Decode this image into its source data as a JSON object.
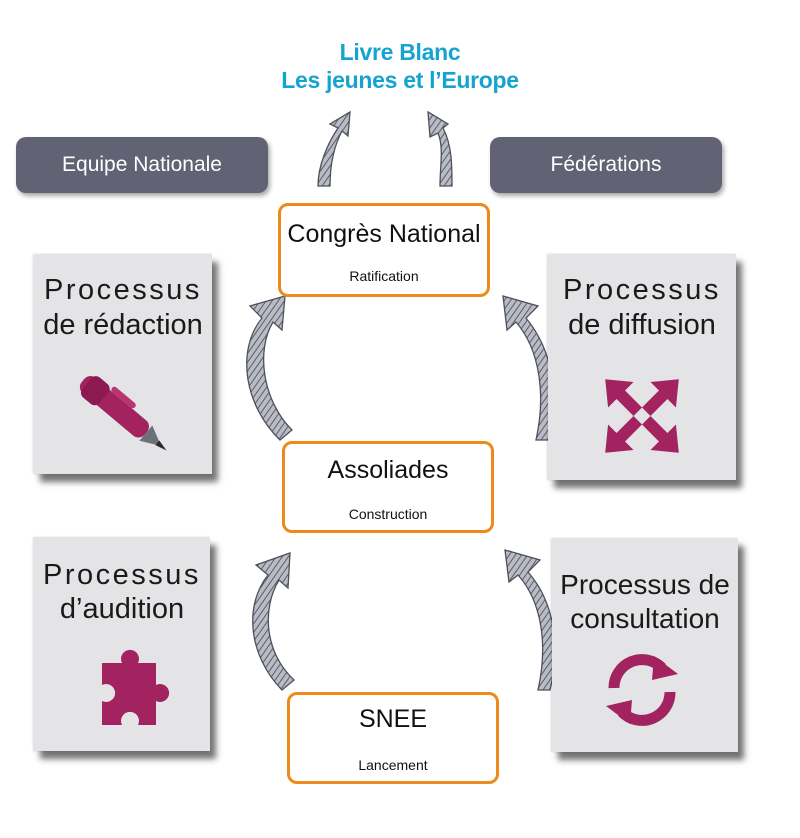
{
  "title": {
    "line1": "Livre Blanc",
    "line2": "Les jeunes et l’Europe"
  },
  "headers": {
    "left": "Equipe Nationale",
    "right": "Fédérations"
  },
  "stages": [
    {
      "name": "Congrès National",
      "sub": "Ratification"
    },
    {
      "name": "Assoliades",
      "sub": "Construction"
    },
    {
      "name": "SNEE",
      "sub": "Lancement"
    }
  ],
  "processes": {
    "redaction": {
      "line1": "Processus",
      "line2": "de rédaction",
      "icon": "pen-icon"
    },
    "diffusion": {
      "line1": "Processus",
      "line2": "de diffusion",
      "icon": "four-arrows-icon"
    },
    "audition": {
      "line1": "Processus",
      "line2": "d’audition",
      "icon": "puzzle-icon"
    },
    "consultation": {
      "line1": "Processus de",
      "line2": "consultation",
      "icon": "refresh-icon"
    }
  },
  "colors": {
    "title": "#15a3cf",
    "header_pill": "#616375",
    "card": "#e4e4e6",
    "stage_border": "#ee8a1a",
    "icon": "#a2235f",
    "arrow": "#8c8f99"
  }
}
